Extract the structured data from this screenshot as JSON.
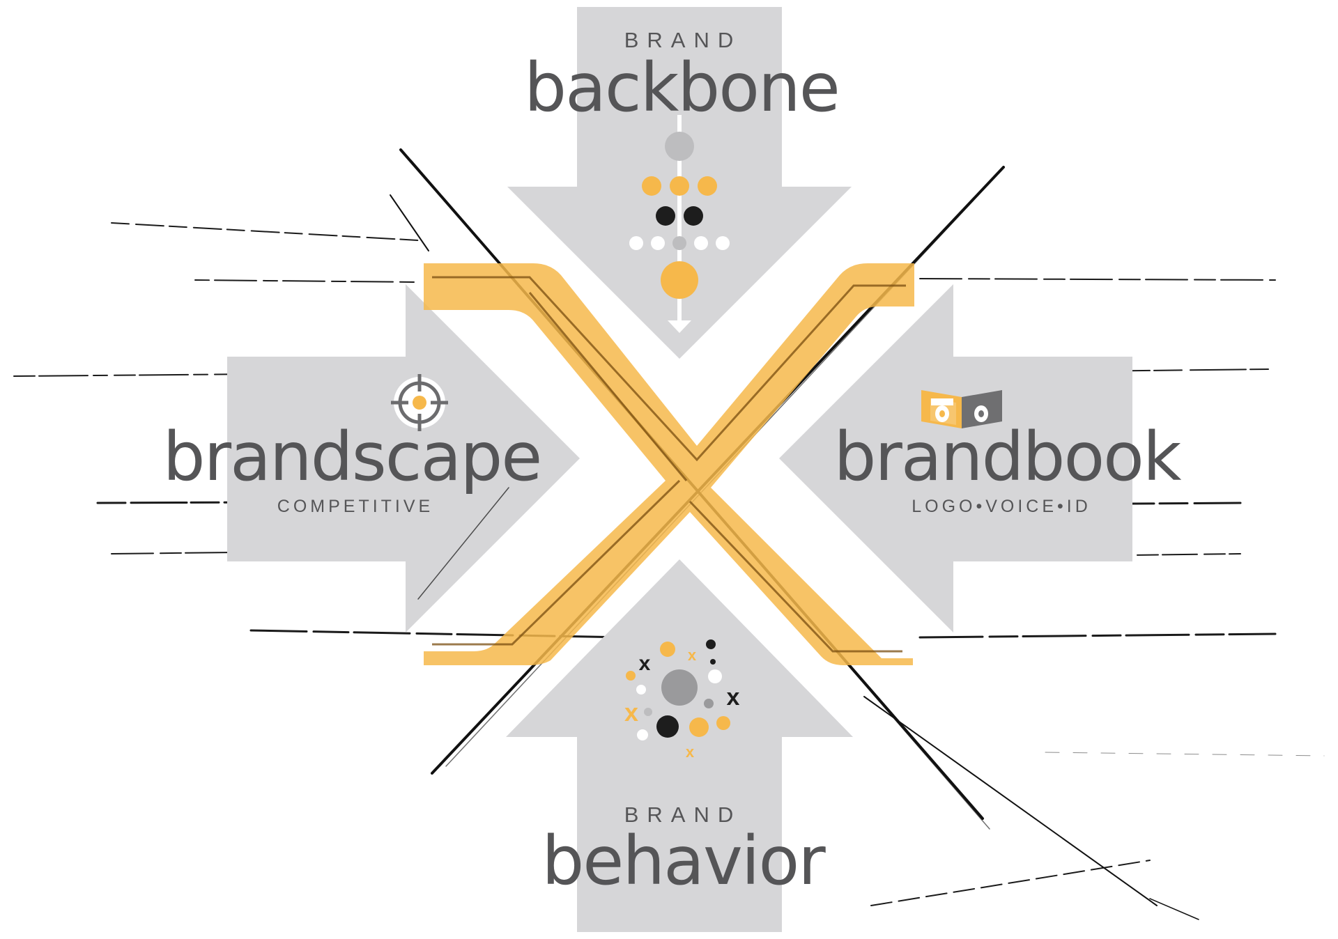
{
  "top": {
    "kicker": "BRAND",
    "title": "backbone"
  },
  "left": {
    "title": "brandscape",
    "subtitle": "COMPETITIVE"
  },
  "right": {
    "title": "brandbook",
    "subtitle": "LOGO•VOICE•ID"
  },
  "bottom": {
    "kicker": "BRAND",
    "title": "behavior"
  },
  "center_mark": "X",
  "colors": {
    "arrow_gray": "#d6d6d8",
    "accent": "#f6b84b",
    "text": "#555557",
    "sketch": "#111111",
    "dark_dot": "#1d1d1d",
    "light_dot": "#bdbdbf",
    "mid_dot": "#9a9a9c"
  },
  "icons": [
    "dots-flow-icon",
    "crosshair-icon",
    "open-book-icon",
    "scatter-dots-icon"
  ]
}
